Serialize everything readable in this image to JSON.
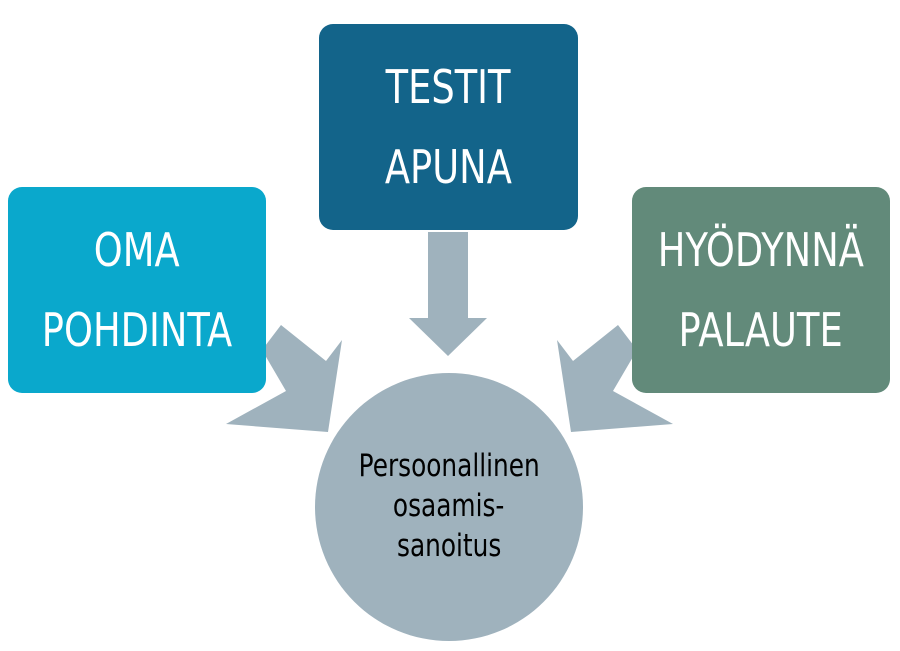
{
  "diagram": {
    "boxes": [
      {
        "id": "left",
        "lines": [
          "OMA",
          "POHDINTA"
        ],
        "color": "#0aa8cc"
      },
      {
        "id": "top",
        "lines": [
          "TESTIT",
          "APUNA"
        ],
        "color": "#13648a"
      },
      {
        "id": "right",
        "lines": [
          "HYÖDYNNÄ",
          "PALAUTE"
        ],
        "color": "#628a7a"
      }
    ],
    "center": {
      "lines": [
        "Persoonallinen",
        "osaamis-",
        "sanoitus"
      ],
      "color": "#9fb2bd"
    },
    "arrow_color": "#9fb2bd"
  }
}
